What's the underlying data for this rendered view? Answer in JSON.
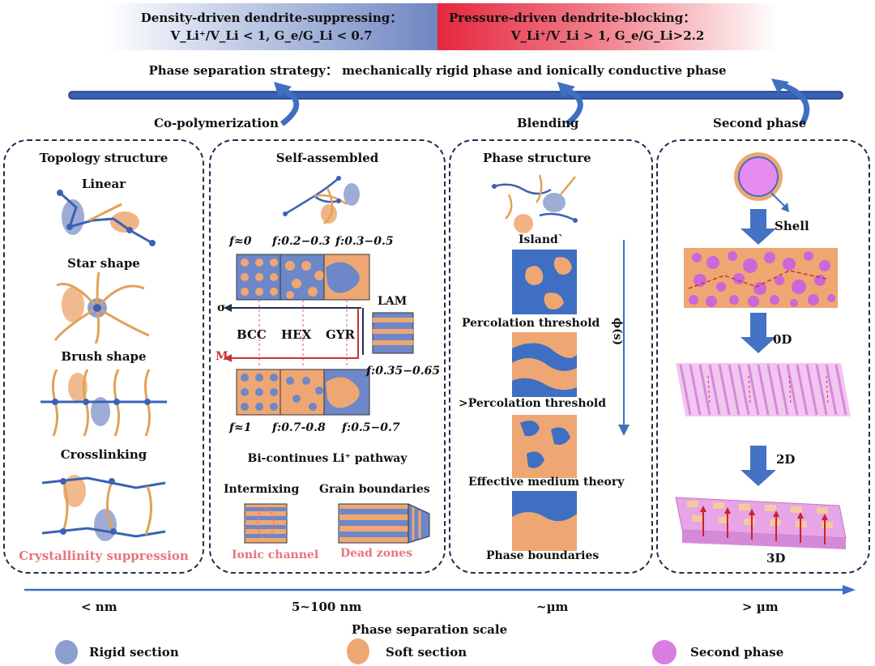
{
  "banners": {
    "left": {
      "title": "Density-driven dendrite-suppressing：",
      "condition": "V_Li⁺/V_Li < 1, G_e/G_Li < 0.7"
    },
    "right": {
      "title": "Pressure-driven dendrite-blocking：",
      "condition": "V_Li⁺/V_Li > 1, G_e/G_Li>2.2"
    }
  },
  "strategy": "Phase separation strategy： mechanically rigid phase and ionically conductive phase",
  "methods": [
    "Co-polymerization",
    "Blending",
    "Second phase"
  ],
  "panel1": {
    "title": "Topology structure",
    "items": [
      "Linear",
      "Star shape",
      "Brush shape",
      "Crosslinking"
    ],
    "footer": "Crystallinity suppression"
  },
  "panel2": {
    "title": "Self-assembled",
    "f_top": [
      "f≈0",
      "f:0.2−0.3",
      "f:0.3−0.5"
    ],
    "sigma": "σ",
    "m": "M",
    "phases": [
      "BCC",
      "HEX",
      "GYR"
    ],
    "lam": "LAM",
    "f_lam": "f:0.35−0.65",
    "f_bottom": [
      "f≈1",
      "f:0.7-0.8",
      "f:0.5−0.7"
    ],
    "pathway": "Bi-continues Li⁺ pathway",
    "intermixing": "Intermixing",
    "grain": "Grain boundaries",
    "ionic": "Ionic channel",
    "dead": "Dead zones"
  },
  "panel3": {
    "title": "Phase structure",
    "items": [
      "Island`",
      "Percolation threshold",
      ">Percolation threshold",
      "Effective medium theory",
      "Phase boundaries"
    ],
    "phi": "ϕ(s)"
  },
  "panel4": {
    "labels": [
      "Shell",
      "0D",
      "2D",
      "3D"
    ]
  },
  "scale": {
    "ticks": [
      "< nm",
      "5~100 nm",
      "~µm",
      "> µm"
    ],
    "title": "Phase separation scale"
  },
  "legend": {
    "rigid": "Rigid section",
    "soft": "Soft section",
    "second": "Second phase"
  },
  "colors": {
    "blue": "#4a6fb5",
    "orange": "#eea772",
    "pink": "#e8747c",
    "magenta": "#d77ee0",
    "arrow": "#3f6fbf",
    "red": "#cc3333",
    "dash": "#1f2f4d"
  }
}
